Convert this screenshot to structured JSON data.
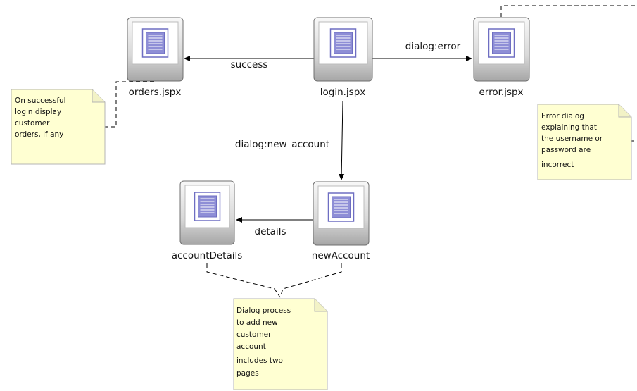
{
  "nodes": {
    "orders": "orders.jspx",
    "login": "login.jspx",
    "error": "error.jspx",
    "account_details": "accountDetails",
    "new_account": "newAccount"
  },
  "edges": {
    "success": "success",
    "dialog_error": "dialog:error",
    "dialog_new_account": "dialog:new_account",
    "details": "details"
  },
  "notes": {
    "orders_note": [
      "On successful",
      "login display",
      "customer",
      "orders, if any"
    ],
    "error_note": [
      "Error dialog",
      "explaining that",
      "the username or",
      "password are",
      "incorrect"
    ],
    "dialog_note": [
      "Dialog process",
      "to add new",
      "customer",
      "account",
      "includes two",
      "pages"
    ]
  },
  "colors": {
    "page_tile_top": "#ffffff",
    "page_tile_bottom": "#a8a8a8",
    "page_icon": "#6e6ec2",
    "note_fill": "#ffffd2",
    "note_stroke": "#b4b4b4"
  }
}
